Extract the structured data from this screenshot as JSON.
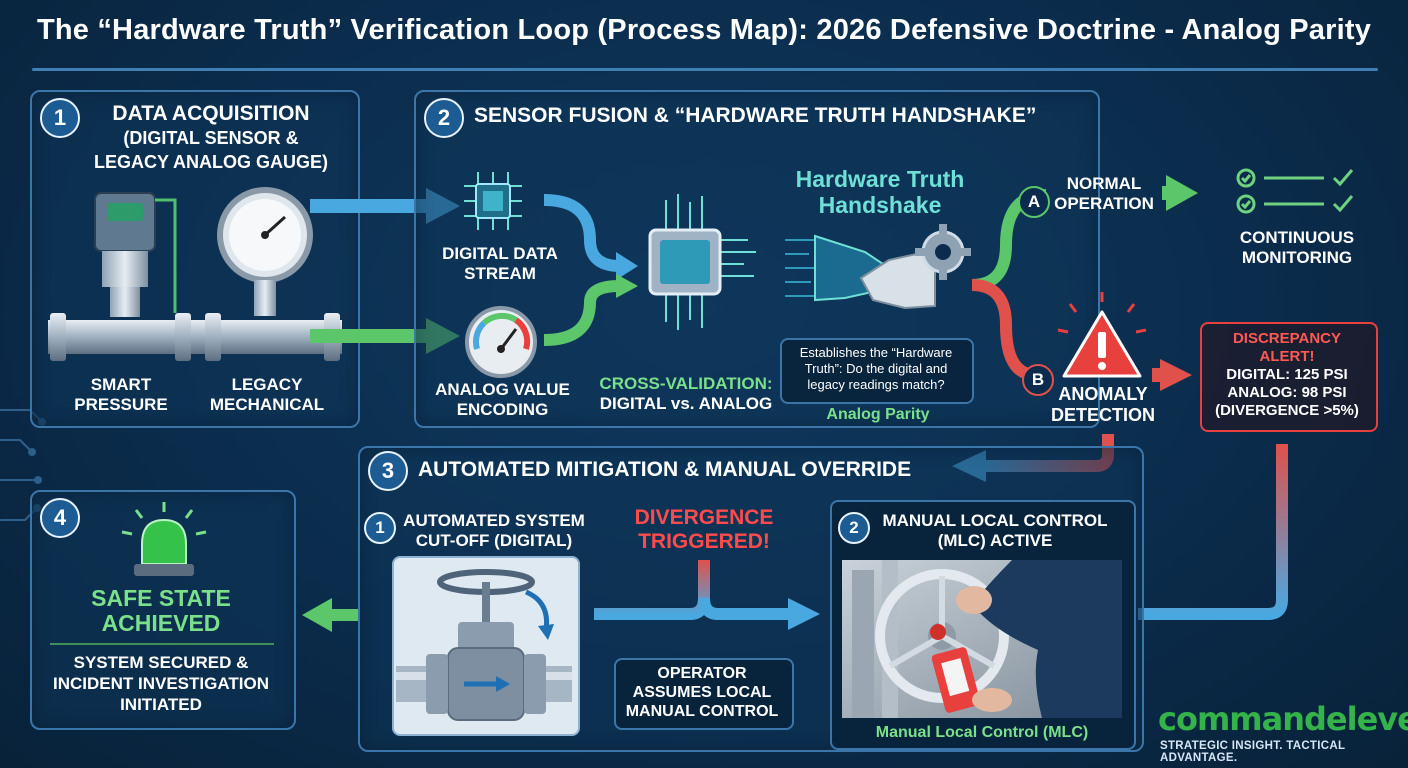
{
  "title": "The “Hardware Truth” Verification Loop (Process Map): 2026 Defensive Doctrine - Analog Parity",
  "panel1": {
    "number": "1",
    "heading_line1": "DATA ACQUISITION",
    "heading_line2": "(DIGITAL SENSOR &",
    "heading_line3": "LEGACY ANALOG GAUGE)",
    "smart_line1": "SMART",
    "smart_line2": "PRESSURE",
    "legacy_line1": "LEGACY",
    "legacy_line2": "MECHANICAL"
  },
  "panel2": {
    "number": "2",
    "heading": "SENSOR FUSION & “HARDWARE TRUTH HANDSHAKE”",
    "digital_line1": "DIGITAL DATA",
    "digital_line2": "STREAM",
    "analog_line1": "ANALOG VALUE",
    "analog_line2": "ENCODING",
    "cross_line1": "CROSS-VALIDATION:",
    "cross_line2": "DIGITAL vs. ANALOG",
    "handshake_line1": "Hardware Truth",
    "handshake_line2": "Handshake",
    "callout_line1": "Establishes the “Hardware",
    "callout_line2": "Truth”: Do the digital and",
    "callout_line3": "legacy readings match?",
    "parity_label": "Analog Parity"
  },
  "branches": {
    "a_letter": "A",
    "normal_line1": "NORMAL",
    "normal_line2": "OPERATION",
    "monitor_line1": "CONTINUOUS",
    "monitor_line2": "MONITORING",
    "b_letter": "B",
    "anomaly_line1": "ANOMALY",
    "anomaly_line2": "DETECTION"
  },
  "alert": {
    "line1": "DISCREPANCY",
    "line2": "ALERT!",
    "line3": "DIGITAL: 125 PSI",
    "line4": "ANALOG: 98 PSI",
    "line5": "(DIVERGENCE >5%)"
  },
  "panel3": {
    "number": "3",
    "heading": "AUTOMATED MITIGATION & MANUAL OVERRIDE",
    "sub1_number": "1",
    "sub1_line1": "AUTOMATED SYSTEM",
    "sub1_line2": "CUT-OFF (DIGITAL)",
    "divergence_line1": "DIVERGENCE",
    "divergence_line2": "TRIGGERED!",
    "operator_line1": "OPERATOR",
    "operator_line2": "ASSUMES LOCAL",
    "operator_line3": "MANUAL CONTROL",
    "sub2_number": "2",
    "sub2_line1": "MANUAL LOCAL CONTROL",
    "sub2_line2": "(MLC) ACTIVE",
    "mlc_caption": "Manual Local Control (MLC)"
  },
  "panel4": {
    "number": "4",
    "safe_line1": "SAFE STATE",
    "safe_line2": "ACHIEVED",
    "secured_line1": "SYSTEM SECURED &",
    "secured_line2": "INCIDENT INVESTIGATION",
    "secured_line3": "INITIATED"
  },
  "brand": {
    "name_part1": "command",
    "name_part2": "eleven",
    "tagline": "STRATEGIC INSIGHT. TACTICAL ADVANTAGE."
  },
  "colors": {
    "accent_blue": "#3b76ab",
    "flow_blue": "#4aa8e0",
    "flow_green": "#5cc66a",
    "alert_red": "#e8403d",
    "teal_text": "#6fe0d6"
  }
}
